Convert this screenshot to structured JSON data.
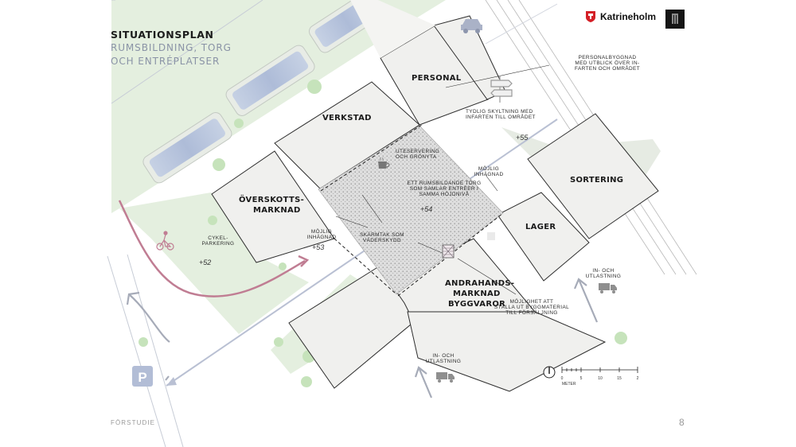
{
  "header": {
    "title": "SITUATIONSPLAN",
    "subtitle_lines": [
      "RUMSBILDNING, TORG",
      "OCH ENTRÉPLATSER"
    ]
  },
  "brand": {
    "name": "Katrineholm",
    "accent": "#d42027"
  },
  "footer": {
    "label": "FÖRSTUDIE",
    "page": "8"
  },
  "buildings": {
    "personal": "PERSONAL",
    "verkstad": "VERKSTAD",
    "overskott": [
      "ÖVERSKOTTS-",
      "MARKNAD"
    ],
    "sortering": "SORTERING",
    "lager": "LAGER",
    "andrahand": [
      "ANDRAHANDS-",
      "MARKNAD",
      "BYGGVAROR"
    ]
  },
  "annotations": {
    "personalbyggnad": [
      "PERSONALBYGGNAD",
      "MED UTBLICK ÖVER IN-",
      "FARTEN OCH OMRÅDET"
    ],
    "skyltning": [
      "TYDLIG SKYLTNING MED",
      "INFARTEN TILL OMRÅDET"
    ],
    "uteservering": [
      "UTESERVERING",
      "OCH GRÖNYTA"
    ],
    "torg": [
      "ETT RUMSBILDANDE TORG",
      "SOM SAMLAR ENTRÉER I",
      "SAMMA HÖJDNIVÅ"
    ],
    "inhagnad_right": [
      "MÖJLIG",
      "INHÄGNAD"
    ],
    "inhagnad_left": [
      "MÖJLIG",
      "INHÄGNAD"
    ],
    "skarmtak": [
      "SKÄRMTAK SOM",
      "VÄDERSKYDD"
    ],
    "cykel": [
      "CYKEL-",
      "PARKERING"
    ],
    "ut_lastning_right": [
      "IN- OCH",
      "UTLASTNING"
    ],
    "ut_lastning_bottom": [
      "IN- OCH",
      "UTLASTNING"
    ],
    "byggmaterial": [
      "MÖJLIGHET ATT",
      "STÄLLA UT BYGGMATERIAL",
      "TILL FÖRSÄLJNING"
    ]
  },
  "elevations": {
    "e55": "+55",
    "e54": "+54",
    "e53": "+53",
    "e52": "+52"
  },
  "parking_label": "P",
  "scale": {
    "unit": "METER",
    "ticks": [
      "0",
      "5",
      "10",
      "15",
      "2"
    ]
  },
  "colors": {
    "green": "#e4efdf",
    "tree": "#c4e2b9",
    "parking": "#b7c4dd",
    "building": "#f0f0ee",
    "cycle": "#c07d93",
    "arrow": "#a6abb8",
    "road_line": "#b7bccb"
  },
  "icons": [
    "coffee-icon",
    "car-icon",
    "bicycle-icon",
    "truck-icon",
    "signpost-icon",
    "scaffold-icon",
    "compass-icon"
  ]
}
